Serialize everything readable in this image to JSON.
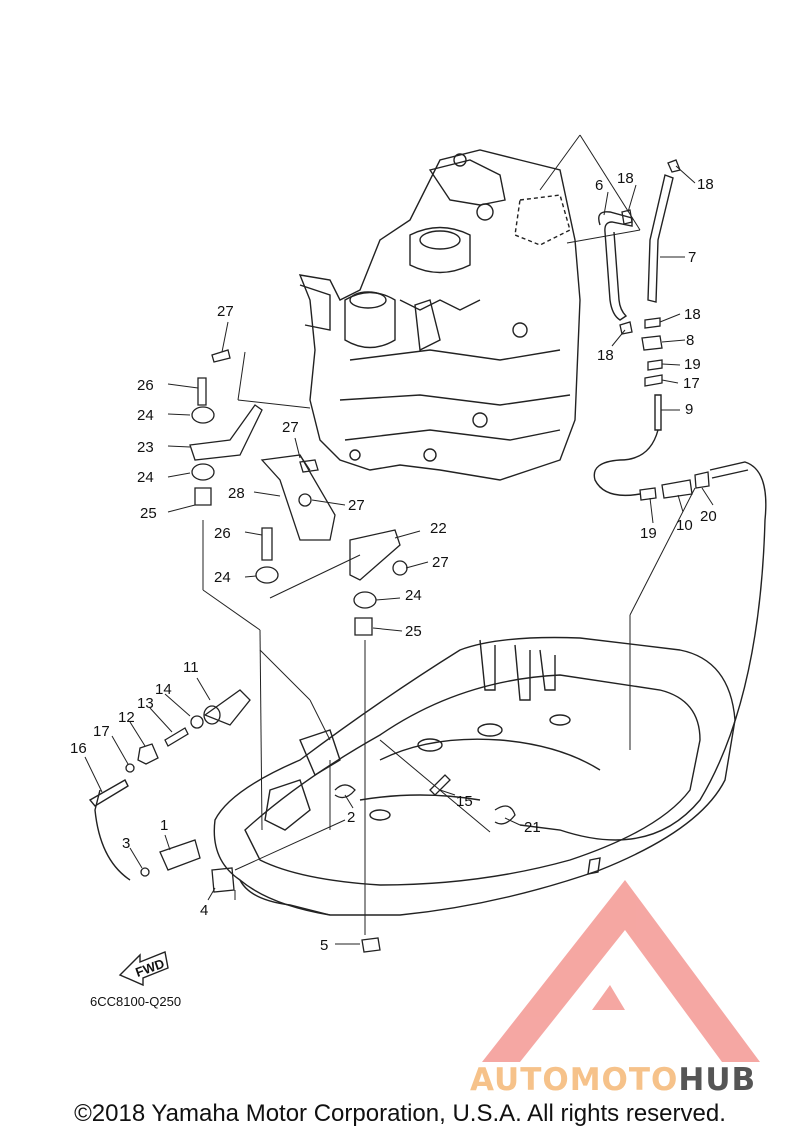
{
  "diagram": {
    "part_code": "6CC8100-Q250",
    "fwd_label": "FWD",
    "callouts": [
      "1",
      "2",
      "3",
      "4",
      "5",
      "6",
      "7",
      "8",
      "9",
      "10",
      "11",
      "12",
      "13",
      "14",
      "15",
      "16",
      "17",
      "17",
      "18",
      "18",
      "18",
      "18",
      "19",
      "19",
      "20",
      "21",
      "22",
      "23",
      "24",
      "24",
      "24",
      "24",
      "25",
      "25",
      "26",
      "26",
      "27",
      "27",
      "27",
      "27",
      "28"
    ]
  },
  "watermark": {
    "brand_left": "AUTOMOTO",
    "brand_right": "HUB",
    "color_primary": "#f28a84",
    "color_secondary": "#f6c28a",
    "color_dark": "#555555"
  },
  "footer": {
    "copyright": "©2018 Yamaha Motor Corporation, U.S.A. All rights reserved."
  }
}
